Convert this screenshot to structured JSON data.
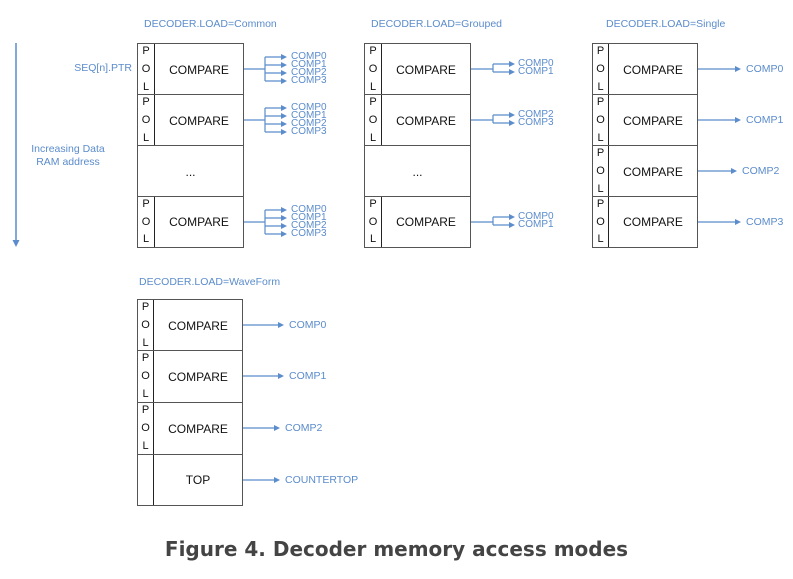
{
  "figure": {
    "caption": "Figure 4. Decoder memory access modes",
    "side": {
      "pointer_label": "SEQ[n].PTR",
      "direction_label_line1": "Increasing Data",
      "direction_label_line2": "RAM address"
    },
    "colors": {
      "accent": "#5b8ccc",
      "box_border": "#555555",
      "text": "#111111",
      "caption": "#444444"
    },
    "pol_letters": [
      "P",
      "O",
      "L"
    ],
    "modes": [
      {
        "title": "DECODER.LOAD=Common",
        "rows": [
          {
            "kind": "compare",
            "label": "COMPARE",
            "pol": true,
            "outputs": [
              "COMP0",
              "COMP1",
              "COMP2",
              "COMP3"
            ]
          },
          {
            "kind": "compare",
            "label": "COMPARE",
            "pol": true,
            "outputs": [
              "COMP0",
              "COMP1",
              "COMP2",
              "COMP3"
            ]
          },
          {
            "kind": "ellipsis",
            "label": "..."
          },
          {
            "kind": "compare",
            "label": "COMPARE",
            "pol": true,
            "outputs": [
              "COMP0",
              "COMP1",
              "COMP2",
              "COMP3"
            ]
          }
        ]
      },
      {
        "title": "DECODER.LOAD=Grouped",
        "rows": [
          {
            "kind": "compare",
            "label": "COMPARE",
            "pol": true,
            "outputs": [
              "COMP0",
              "COMP1"
            ]
          },
          {
            "kind": "compare",
            "label": "COMPARE",
            "pol": true,
            "outputs": [
              "COMP2",
              "COMP3"
            ]
          },
          {
            "kind": "ellipsis",
            "label": "..."
          },
          {
            "kind": "compare",
            "label": "COMPARE",
            "pol": true,
            "outputs": [
              "COMP0",
              "COMP1"
            ]
          }
        ]
      },
      {
        "title": "DECODER.LOAD=Single",
        "rows": [
          {
            "kind": "compare",
            "label": "COMPARE",
            "pol": true,
            "outputs": [
              "COMP0"
            ]
          },
          {
            "kind": "compare",
            "label": "COMPARE",
            "pol": true,
            "outputs": [
              "COMP1"
            ]
          },
          {
            "kind": "compare",
            "label": "COMPARE",
            "pol": true,
            "outputs": [
              "COMP2"
            ]
          },
          {
            "kind": "compare",
            "label": "COMPARE",
            "pol": true,
            "outputs": [
              "COMP3"
            ]
          }
        ]
      },
      {
        "title": "DECODER.LOAD=WaveForm",
        "rows": [
          {
            "kind": "compare",
            "label": "COMPARE",
            "pol": true,
            "outputs": [
              "COMP0"
            ]
          },
          {
            "kind": "compare",
            "label": "COMPARE",
            "pol": true,
            "outputs": [
              "COMP1"
            ]
          },
          {
            "kind": "compare",
            "label": "COMPARE",
            "pol": true,
            "outputs": [
              "COMP2"
            ]
          },
          {
            "kind": "top",
            "label": "TOP",
            "pol": false,
            "outputs": [
              "COUNTERTOP"
            ]
          }
        ]
      }
    ]
  }
}
